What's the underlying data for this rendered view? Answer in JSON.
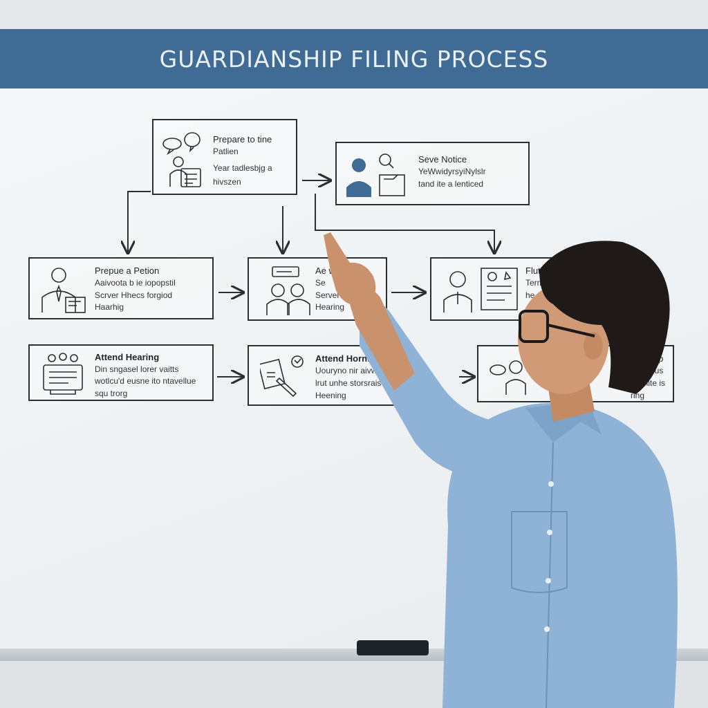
{
  "banner": {
    "title": "GUARDIANSHIP FILING PROCESS"
  },
  "steps": [
    {
      "title": "Prepare to tine",
      "lines": [
        "Patlien",
        "Year tadlesbjg a",
        "hivszen"
      ],
      "icon": "speech-bubbles-document-icon"
    },
    {
      "title": "Seve Notice",
      "lines": [
        "YeWwidyrsyiNylslr",
        "tand ite a lenticed"
      ],
      "icon": "person-document-icon"
    },
    {
      "title": "Prepue a Petion",
      "lines": [
        "Aaivoota b ie iopopstil",
        "Scrver Hhecs forgiod",
        "Haarhig"
      ],
      "icon": "businessman-document-icon"
    },
    {
      "title": "Ae wie",
      "lines": [
        "Se",
        "Servel",
        "Hearing"
      ],
      "icon": "two-people-icon"
    },
    {
      "title": "Flut",
      "lines": [
        "Term",
        "he"
      ],
      "icon": "person-certificate-icon"
    },
    {
      "title": "Attend Hearing",
      "lines": [
        "Din sngasel lorer vaitts",
        "wotlcu'd eusne ito ntavellue",
        "squ trorg"
      ],
      "icon": "briefcase-people-icon"
    },
    {
      "title": "Attend Hornic",
      "lines": [
        "Uouryno nir aivwun",
        "lrut unhe storsrais",
        "Heening"
      ],
      "icon": "document-pen-icon"
    },
    {
      "title": "iap",
      "lines": [
        "ninius",
        "olite is",
        "ring"
      ],
      "icon": "person-speech-icon"
    }
  ]
}
